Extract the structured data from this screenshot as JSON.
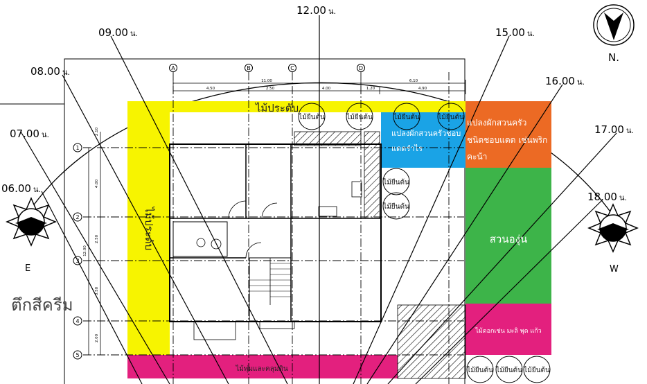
{
  "time_labels": [
    {
      "id": "t0600",
      "text": "06.00"
    },
    {
      "id": "t0700",
      "text": "07.00"
    },
    {
      "id": "t0800",
      "text": "08.00"
    },
    {
      "id": "t0900",
      "text": "09.00"
    },
    {
      "id": "t1200",
      "text": "12.00"
    },
    {
      "id": "t1500",
      "text": "15.00"
    },
    {
      "id": "t1600",
      "text": "16.00"
    },
    {
      "id": "t1700",
      "text": "17.00"
    },
    {
      "id": "t1800",
      "text": "18.00"
    }
  ],
  "hour_unit": "น.",
  "compass": {
    "north": "N.",
    "east": "E",
    "west": "W"
  },
  "zones": {
    "ornamental_top": "ไม้ประดับ",
    "ornamental_left": "ไม้ประดับ",
    "kitchen_garden_blue_1": "แปลงผักสวนครัวชอบ",
    "kitchen_garden_blue_2": "แดดรำไร",
    "kitchen_garden_orange_1": "แปลงผักสวนครัว",
    "kitchen_garden_orange_2": "ชนิดชอบแดด เช่นพริก",
    "kitchen_garden_orange_3": "คะน้า",
    "grape_garden": "สวนองุ่น",
    "flower_pink": "ไม้ดอกเช่น มะลิ พุด แก้ว",
    "shrub_bottom": "ไม้พุ่มและคลุมดิน",
    "neighbor_building": "ตึกสีครีม"
  },
  "tree_label": "ไม้ยืนต้น",
  "grid_letters": [
    "A",
    "B",
    "C",
    "D"
  ],
  "grid_numbers": [
    "1",
    "2",
    "3",
    "4",
    "5"
  ],
  "dimensions": {
    "overall_top": "11.00",
    "right_top": "6.10",
    "segments_top": [
      "4.50",
      "2.50",
      "4.00",
      "1.20",
      "4.90"
    ],
    "left_vertical": [
      "4.00",
      "2.50",
      "3.50",
      "2.00"
    ],
    "left_top_small": "2.10",
    "overall_left": "12.00"
  },
  "colors": {
    "yellow": "#f7f400",
    "blue": "#1aa3e6",
    "orange": "#ec6a24",
    "green": "#3db449",
    "magenta": "#e3207e"
  }
}
